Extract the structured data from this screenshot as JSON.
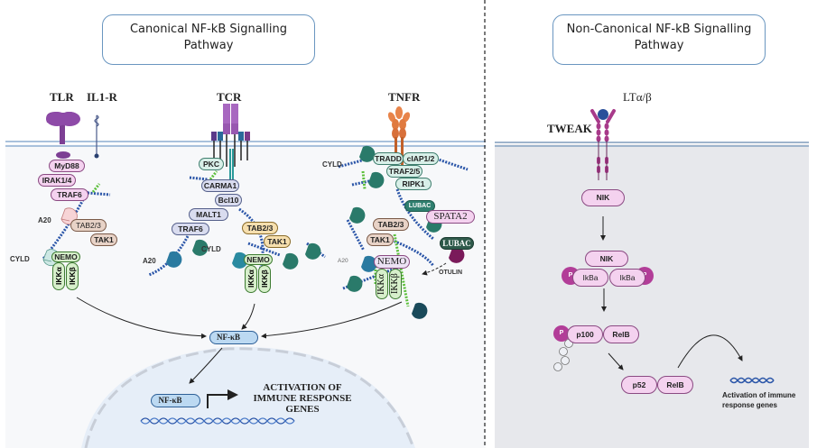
{
  "canonical": {
    "title_line1": "Canonical NF-kB Signalling",
    "title_line2": "Pathway",
    "receptors": {
      "tlr": "TLR",
      "il1r": "IL1-R",
      "tcr": "TCR",
      "tnfr": "TNFR"
    },
    "tlr_branch": {
      "myd88": "MyD88",
      "irak": "IRAK1/4",
      "traf6": "TRAF6",
      "a20": "A20",
      "tab": "TAB2/3",
      "tak1": "TAK1",
      "cyld": "CYLD",
      "nemo": "NEMO",
      "ikka": "IKKα",
      "ikkb": "IKKβ"
    },
    "tcr_branch": {
      "pkc": "PKC",
      "carma1": "CARMA1",
      "bcl10": "Bcl10",
      "malt1": "MALT1",
      "traf6": "TRAF6",
      "cyld": "CYLD",
      "a20": "A20",
      "tab": "TAB2/3",
      "tak1": "TAK1",
      "nemo": "NEMO",
      "ikka": "IKKα",
      "ikkb": "IKKβ"
    },
    "tnfr_branch": {
      "cyld": "CYLD",
      "tradd": "TRADD",
      "ciap": "cIAP1/2",
      "traf25": "TRAF2/5",
      "ripk1": "RIPK1",
      "lubac1": "LUBAC",
      "spata2": "SPATA2",
      "tab": "TAB2/3",
      "tak1": "TAK1",
      "lubac2": "LUBAC",
      "a20": "A20",
      "nemo": "NEMO",
      "ikka": "IKKα",
      "ikkb": "IKKβ",
      "otulin": "OTULIN"
    },
    "nfkb_cyto": "NF-κB",
    "nfkb_nuc": "NF-κB",
    "activation_line1": "ACTIVATION OF",
    "activation_line2": "IMMUNE RESPONSE",
    "activation_line3": "GENES"
  },
  "noncanonical": {
    "title_line1": "Non-Canonical NF-kB Signalling",
    "title_line2": "Pathway",
    "ligand": "LTα/β",
    "tweak": "TWEAK",
    "nik1": "NIK",
    "nik2": "NIK",
    "ikba1": "IkBa",
    "ikba2": "IkBa",
    "p_label": "P",
    "p100": "p100",
    "relb1": "RelB",
    "ub": "Ub",
    "p52": "p52",
    "relb2": "RelB",
    "activation_line1": "Activation of immune",
    "activation_line2": "response genes"
  },
  "colors": {
    "membrane": "#a9c1dc",
    "cytoplasm_left": "#f7f8fa",
    "cytoplasm_right": "#e7e8ec",
    "nucleus": "#e6eef8",
    "ubiquitin_blue": "#2a55a8",
    "ubiquitin_green": "#5bbf3a"
  }
}
